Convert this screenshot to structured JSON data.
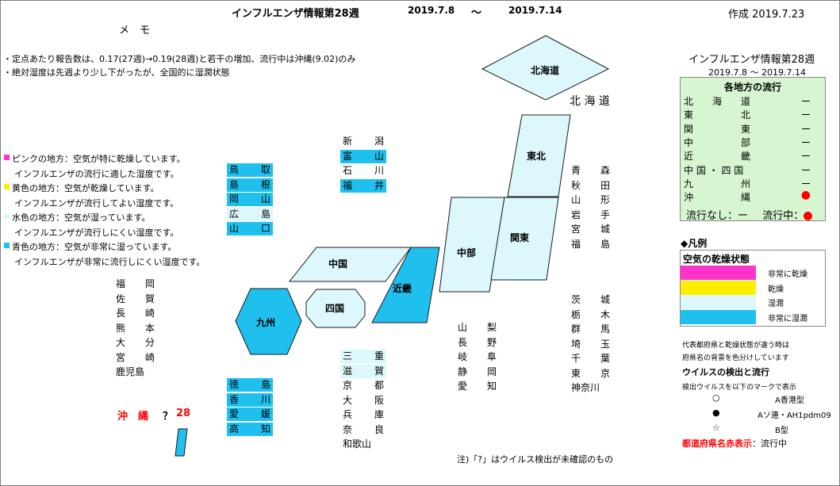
{
  "header": {
    "title": "インフルエンザ情報第28週",
    "date_from": "2019.7.8",
    "tilde": "～",
    "date_to": "2019.7.14",
    "created": "作成 2019.7.23"
  },
  "memo": {
    "heading": "メ　モ",
    "lines": [
      "・定点あたり報告数は、0.17(27週)→0.19(28週)と若干の増加、流行中は沖縄(9.02)のみ",
      "・絶対湿度は先週より少し下がったが、全国的に湿潤状態"
    ]
  },
  "colors": {
    "pink": "#ff33cc",
    "yellow": "#ffee00",
    "light_blue": "#dcf8fc",
    "cyan": "#20c0ee",
    "panel_green": "#d6f5d0",
    "red": "#ff0000"
  },
  "legend_left": [
    {
      "swatch": "pink",
      "text": "ピンクの地方：空気が特に乾燥しています。"
    },
    {
      "swatch": "",
      "text": "インフルエンザの流行に適した湿度です。"
    },
    {
      "swatch": "yellow",
      "text": "黄色の地方：空気が乾燥しています。"
    },
    {
      "swatch": "",
      "text": "インフルエンザが流行してよい湿度です。"
    },
    {
      "swatch": "light_blue",
      "text": "水色の地方：空気が湿っています。"
    },
    {
      "swatch": "",
      "text": "インフルエンザが流行しにくい湿度です。"
    },
    {
      "swatch": "cyan",
      "text": "青色の地方：空気が非常に湿っています。"
    },
    {
      "swatch": "",
      "text": "インフルエンザが非常に流行しにくい湿度です。"
    }
  ],
  "regions": {
    "hokkaido": "北海道",
    "tohoku": "東北",
    "kanto": "関東",
    "chubu": "中部",
    "kinki": "近畿",
    "chugoku": "中国",
    "shikoku": "四国",
    "kyushu": "九州"
  },
  "region_captions": {
    "hokkaido": "北 海 道"
  },
  "prefs": {
    "chugoku": [
      {
        "a": "鳥",
        "b": "取",
        "bg": "cyan"
      },
      {
        "a": "島",
        "b": "根",
        "bg": "cyan"
      },
      {
        "a": "岡",
        "b": "山",
        "bg": "cyan"
      },
      {
        "a": "広",
        "b": "島",
        "bg": "light_blue"
      },
      {
        "a": "山",
        "b": "口",
        "bg": "cyan"
      }
    ],
    "hokuriku": [
      {
        "a": "新",
        "b": "潟",
        "bg": ""
      },
      {
        "a": "富",
        "b": "山",
        "bg": "cyan"
      },
      {
        "a": "石",
        "b": "川",
        "bg": ""
      },
      {
        "a": "福",
        "b": "井",
        "bg": "cyan"
      }
    ],
    "tohoku": [
      {
        "a": "青",
        "b": "森"
      },
      {
        "a": "秋",
        "b": "田"
      },
      {
        "a": "山",
        "b": "形"
      },
      {
        "a": "岩",
        "b": "手"
      },
      {
        "a": "宮",
        "b": "城"
      },
      {
        "a": "福",
        "b": "島"
      }
    ],
    "kyushu": [
      {
        "a": "福",
        "b": "岡"
      },
      {
        "a": "佐",
        "b": "賀"
      },
      {
        "a": "長",
        "b": "崎"
      },
      {
        "a": "熊",
        "b": "本"
      },
      {
        "a": "大",
        "b": "分"
      },
      {
        "a": "宮",
        "b": "崎"
      },
      {
        "a": "鹿児島",
        "b": ""
      }
    ],
    "kanto": [
      {
        "a": "茨",
        "b": "城"
      },
      {
        "a": "栃",
        "b": "木"
      },
      {
        "a": "群",
        "b": "馬"
      },
      {
        "a": "埼",
        "b": "玉"
      },
      {
        "a": "千",
        "b": "葉"
      },
      {
        "a": "東",
        "b": "京"
      },
      {
        "a": "神奈川",
        "b": ""
      }
    ],
    "chubu": [
      {
        "a": "山",
        "b": "梨"
      },
      {
        "a": "長",
        "b": "野"
      },
      {
        "a": "岐",
        "b": "阜"
      },
      {
        "a": "静",
        "b": "岡"
      },
      {
        "a": "愛",
        "b": "知"
      }
    ],
    "kinki": [
      {
        "a": "三",
        "b": "重",
        "bg": "light_blue"
      },
      {
        "a": "滋",
        "b": "賀",
        "bg": "light_blue"
      },
      {
        "a": "京",
        "b": "都",
        "bg": ""
      },
      {
        "a": "大",
        "b": "阪",
        "bg": ""
      },
      {
        "a": "兵",
        "b": "庫",
        "bg": ""
      },
      {
        "a": "奈",
        "b": "良",
        "bg": ""
      },
      {
        "a": "和歌山",
        "b": "",
        "bg": ""
      }
    ],
    "shikoku": [
      {
        "a": "徳",
        "b": "島",
        "bg": "cyan"
      },
      {
        "a": "香",
        "b": "川",
        "bg": "cyan"
      },
      {
        "a": "愛",
        "b": "媛",
        "bg": "cyan"
      },
      {
        "a": "高",
        "b": "知",
        "bg": "cyan"
      }
    ],
    "okinawa": {
      "name": "沖　縄",
      "mark": "？",
      "week": "28"
    }
  },
  "note": "注)「?」はウイルス検出が未確認のもの",
  "right_panel": {
    "title": "インフルエンザ情報第28週",
    "dates": "2019.7.8 ～ 2019.7.14",
    "head": "各地方の流行",
    "rows": [
      {
        "name": "北　　海　　道",
        "val": "ー"
      },
      {
        "name": "東　　　　　北",
        "val": "ー"
      },
      {
        "name": "関　　　　　東",
        "val": "ー"
      },
      {
        "name": "中　　　　　部",
        "val": "ー"
      },
      {
        "name": "近　　　　　畿",
        "val": "ー"
      },
      {
        "name": "中 国 ・ 四 国",
        "val": "ー"
      },
      {
        "name": "九　　　　　州",
        "val": "ー"
      },
      {
        "name": "沖　　　　　縄",
        "val": "●"
      }
    ],
    "footer_none": "流行なし：ー",
    "footer_active": "流行中："
  },
  "legend_right": {
    "head": "◆凡例",
    "box_head": "空気の乾燥状態",
    "items": [
      {
        "swatch": "pink",
        "text": "非常に乾燥"
      },
      {
        "swatch": "yellow",
        "text": "乾燥"
      },
      {
        "swatch": "light_blue",
        "text": "湿潤"
      },
      {
        "swatch": "cyan",
        "text": "非常に湿潤"
      }
    ],
    "note1": "代表都府県と乾燥状態が違う時は",
    "note2": "府県名の背景を色分けしています",
    "virus_head": "ウイルスの検出と流行",
    "virus_sub": "検出ウイルスを以下のマークで表示",
    "marks": [
      {
        "sym": "○",
        "text": "A香港型"
      },
      {
        "sym": "●",
        "text": "Aソ連・AH1pdm09"
      },
      {
        "sym": "☆",
        "text": "B型"
      }
    ],
    "red_label": "都道府県名赤表示",
    "red_suffix": "：流行中"
  }
}
